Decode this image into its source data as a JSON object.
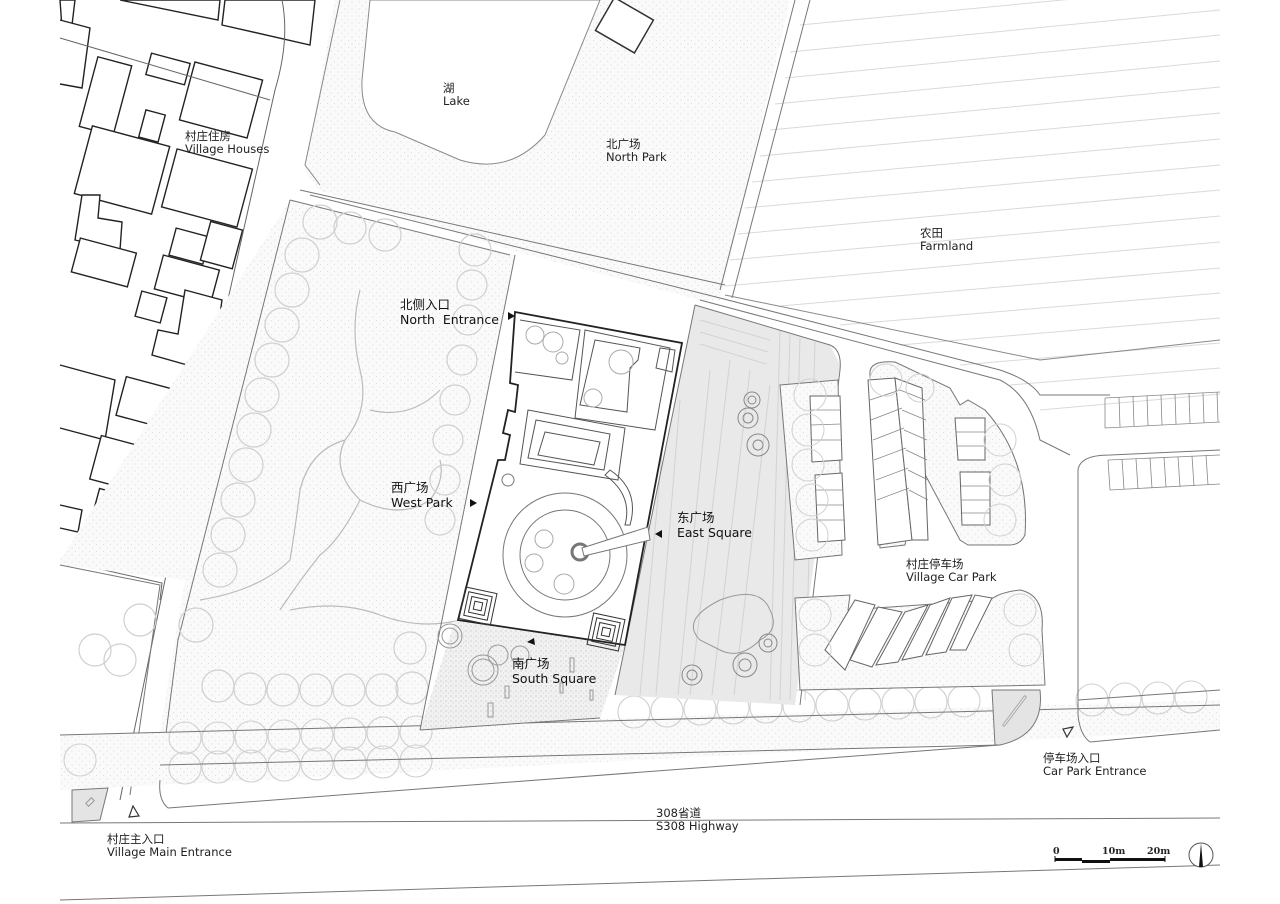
{
  "labels": {
    "lake": {
      "zh": "湖",
      "en": "Lake"
    },
    "village_houses": {
      "zh": "村庄住房",
      "en": "Village Houses"
    },
    "north_park": {
      "zh": "北广场",
      "en": "North Park"
    },
    "farmland": {
      "zh": "农田",
      "en": "Farmland"
    },
    "north_entrance": {
      "zh": "北侧入口",
      "en": "North  Entrance"
    },
    "west_park": {
      "zh": "西广场",
      "en": "West Park"
    },
    "east_square": {
      "zh": "东广场",
      "en": "East Square"
    },
    "south_square": {
      "zh": "南广场",
      "en": "South Square"
    },
    "village_car_park": {
      "zh": "村庄停车场",
      "en": "Village Car Park"
    },
    "car_park_entrance": {
      "zh": "停车场入口",
      "en": "Car Park Entrance"
    },
    "highway": {
      "zh": "308省道",
      "en": "S308 Highway"
    },
    "village_main_entrance": {
      "zh": "村庄主入口",
      "en": "Village Main Entrance"
    }
  },
  "scale_bar": {
    "ticks": [
      "0",
      "10m",
      "20m"
    ]
  },
  "north_arrow": {
    "icon": "north-arrow-icon"
  },
  "colors": {
    "line": "#333333",
    "light_line": "#9a9a9a",
    "tree": "#c8c8c8",
    "plaza_fill": "#e6e6e6",
    "park_fill": "#f7f7f7"
  }
}
